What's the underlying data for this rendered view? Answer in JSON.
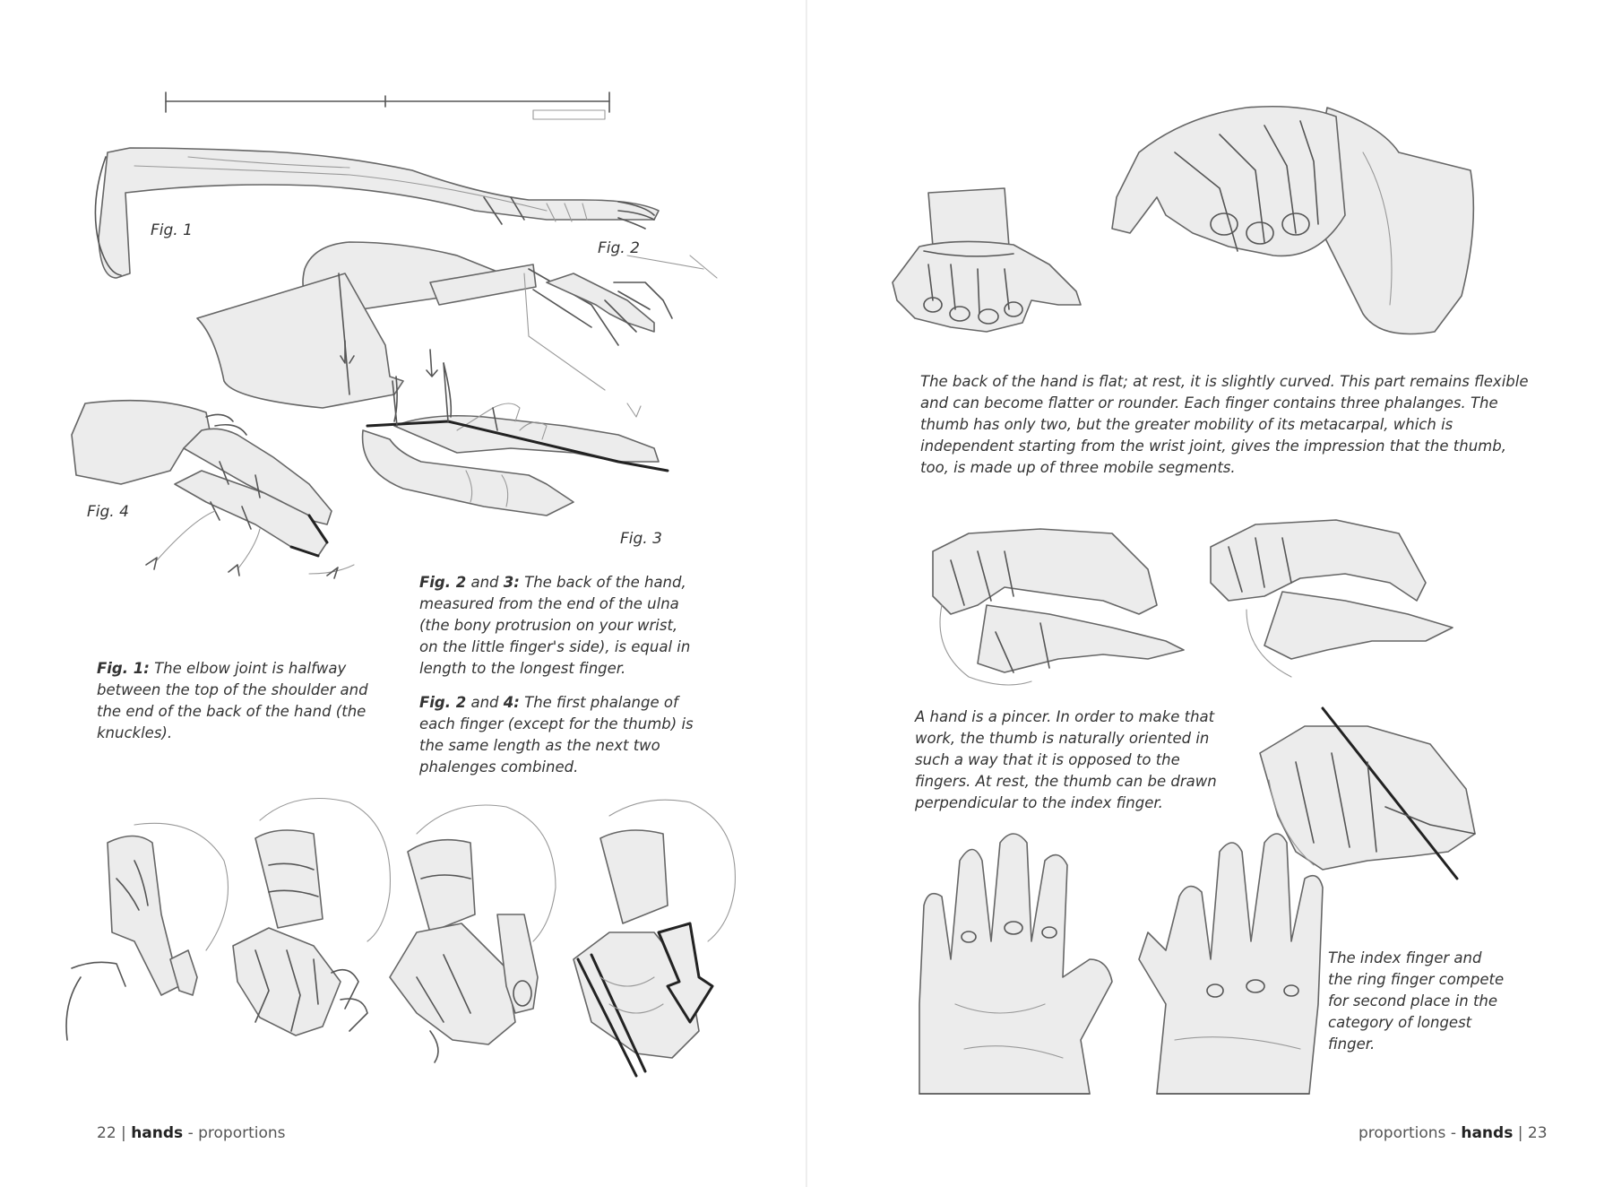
{
  "left_page": {
    "figures": {
      "fig1": "Fig. 1",
      "fig2": "Fig. 2",
      "fig3": "Fig. 3",
      "fig4": "Fig. 4"
    },
    "caption_fig1": {
      "ref": "Fig. 1:",
      "text": "The elbow joint is halfway between the top of the shoulder and the end of the back of the hand (the knuckles)."
    },
    "caption_fig23": {
      "ref_a": "Fig. 2",
      "and": "and",
      "ref_b": "3:",
      "text": "The back of the hand, measured from the end of the ulna (the bony protrusion on your wrist, on the little finger's side), is equal in length to the longest finger."
    },
    "caption_fig24": {
      "ref_a": "Fig. 2",
      "and": "and",
      "ref_b": "4:",
      "text": "The first phalange of each finger (except for the thumb) is the same length as the next two phalenges combined."
    },
    "folio": {
      "page_number": "22",
      "separator": "|",
      "chapter": "hands",
      "section": "- proportions"
    }
  },
  "right_page": {
    "caption_back": "The back of the hand is flat; at rest, it is slightly curved. This part remains flexible and can become flatter or rounder. Each finger contains three phalanges. The thumb has only two, but the greater mobility of its metacarpal, which is independent starting from the wrist joint, gives the impression that the thumb, too, is made up of three mobile segments.",
    "caption_pincer": "A hand is a pincer. In order to make that work, the thumb is naturally oriented in such a way that it is opposed to the fingers. At rest, the thumb can be drawn perpendicular to the index finger.",
    "caption_index": "The index finger and the ring finger compete for second place in the category of longest finger.",
    "folio": {
      "section": "proportions -",
      "chapter": "hands",
      "separator": "|",
      "page_number": "23"
    }
  }
}
